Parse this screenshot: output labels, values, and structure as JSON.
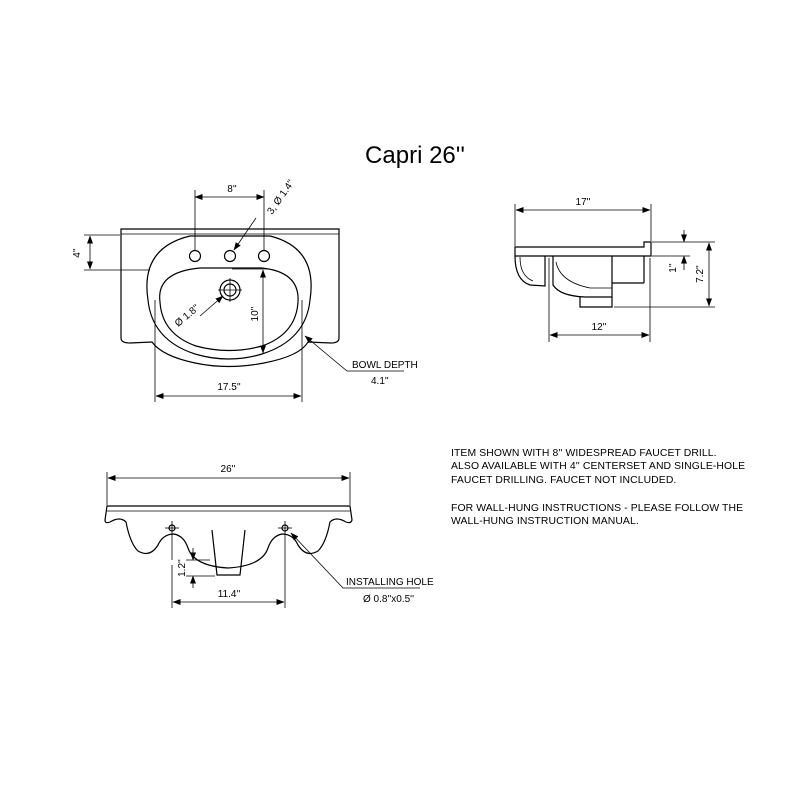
{
  "title": "Capri 26''",
  "top_view": {
    "faucet_spacing": "8''",
    "faucet_holes": "3, Ø 1.4''",
    "front_depth": "4''",
    "drain": "Ø 1.8''",
    "bowl_length": "10''",
    "bowl_width": "17.5''",
    "bowl_depth_label": "BOWL DEPTH",
    "bowl_depth_value": "4.1''"
  },
  "side_view": {
    "overall_depth": "17''",
    "deck_thickness": "1''",
    "overall_height": "7.2''",
    "bowl_depth": "12''"
  },
  "front_view": {
    "overall_width": "26''",
    "hole_height": "1.2''",
    "hole_spacing": "11.4''",
    "installing_hole_label": "INSTALLING HOLE",
    "installing_hole_size": "Ø 0.8''x0.5''"
  },
  "notes": {
    "line1": "ITEM SHOWN WITH 8'' WIDESPREAD FAUCET DRILL.",
    "line2": "ALSO AVAILABLE WITH 4'' CENTERSET AND SINGLE-HOLE",
    "line3": "FAUCET DRILLING. FAUCET NOT INCLUDED.",
    "line4": "FOR WALL-HUNG INSTRUCTIONS - PLEASE FOLLOW THE",
    "line5": "WALL-HUNG INSTRUCTION MANUAL."
  }
}
